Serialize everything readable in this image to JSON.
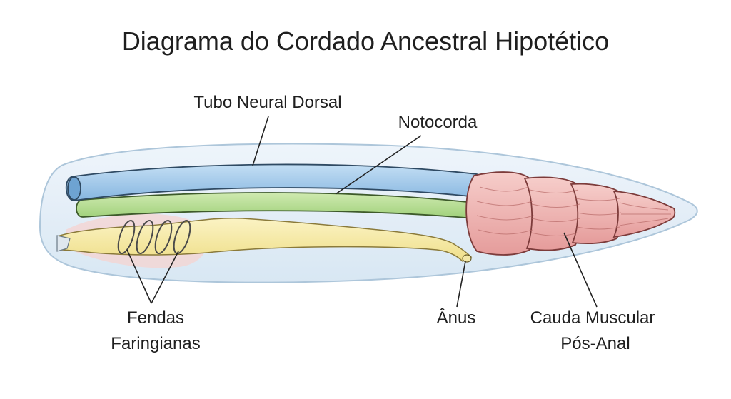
{
  "title": "Diagrama do Cordado Ancestral Hipotético",
  "labels": {
    "neural_tube": "Tubo Neural Dorsal",
    "notochord": "Notocorda",
    "gill_slits_line1": "Fendas",
    "gill_slits_line2": "Faringianas",
    "anus": "Ânus",
    "tail_line1": "Cauda Muscular",
    "tail_line2": "Pós-Anal"
  },
  "colors": {
    "body_fill": "#e3eef8",
    "body_outline": "#a9c3d9",
    "neural_tube": "#a9cdeb",
    "notochord": "#b6de91",
    "gut": "#f6eaa5",
    "pharynx": "#f5d3d0",
    "muscle": "#efb2b0",
    "outline": "#2f3a45"
  }
}
